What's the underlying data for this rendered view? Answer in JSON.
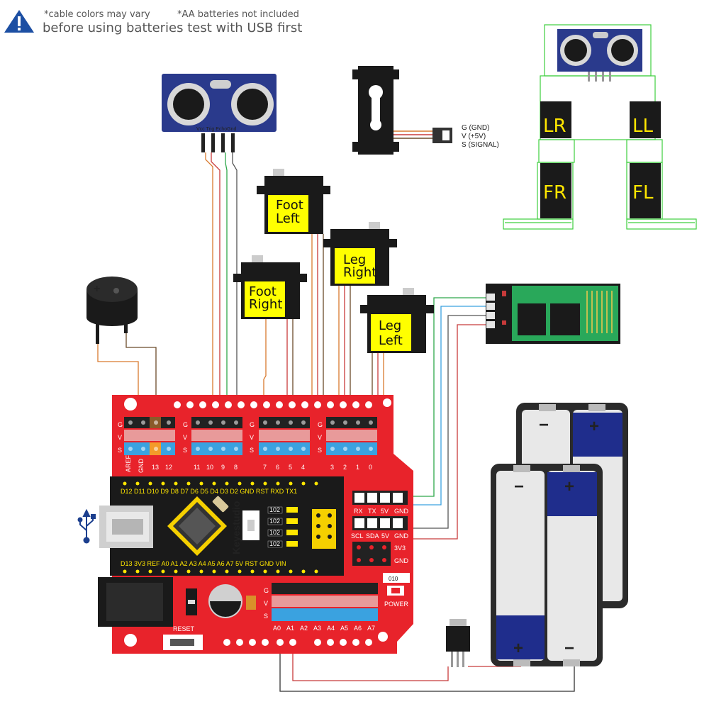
{
  "header": {
    "note_cable": "*cable colors may vary",
    "note_battery": "*AA batteries not included",
    "warning": "before using batteries test with USB first"
  },
  "ultrasonic": {
    "pins": "Vcc Trig EchoGnd"
  },
  "servo_pinout": {
    "g": "G (GND)",
    "v": "V (+5V)",
    "s": "S (SIGNAL)"
  },
  "robot": {
    "lr": "LR",
    "ll": "LL",
    "fr": "FR",
    "fl": "FL"
  },
  "servos": {
    "foot_left_1": "Foot",
    "foot_left_2": "Left",
    "leg_right_1": "Leg",
    "leg_right_2": "Right",
    "foot_right_1": "Foot",
    "foot_right_2": "Right",
    "leg_left_1": "Leg",
    "leg_left_2": "Left"
  },
  "buzzer": {
    "mark": "+"
  },
  "shield": {
    "gvs_g": "G",
    "gvs_v": "V",
    "gvs_s": "S",
    "top_pins": [
      "AREF",
      "GND",
      "13",
      "12",
      "11",
      "10",
      "9",
      "8",
      "7",
      "6",
      "5",
      "4",
      "3",
      "2",
      "1",
      "0"
    ],
    "nano_top": "D12 D11 D10 D9 D8 D7 D6 D5 D4 D3 D2 GND RST RXD TX1",
    "nano_bottom": "D13 3V3 REF A0 A1 A2 A3 A4 A5 A6 A7 5V RST GND VIN",
    "brand": "Keyestudio",
    "chip_labels": [
      "102",
      "102",
      "102",
      "102"
    ],
    "header1": [
      "RX",
      "TX",
      "5V",
      "GND"
    ],
    "header2": [
      "SCL",
      "SDA",
      "5V",
      "GND"
    ],
    "v33": "3V3",
    "gnd": "GND",
    "power_code": "010",
    "power": "POWER",
    "reset": "RESET",
    "analog_pins": [
      "A0",
      "A1",
      "A2",
      "A3",
      "A4",
      "A5",
      "A6",
      "A7"
    ]
  },
  "battery": {
    "plus": "+",
    "minus": "−"
  },
  "colors": {
    "shield_red": "#e8232b",
    "pin_blue": "#3aa2e0",
    "label_yellow": "#ffff00",
    "servo_black": "#1a1a1a",
    "robot_green": "#3ecf3e",
    "battery_blue": "#1f2d8c",
    "usb_icon": "#1c3f8e"
  }
}
